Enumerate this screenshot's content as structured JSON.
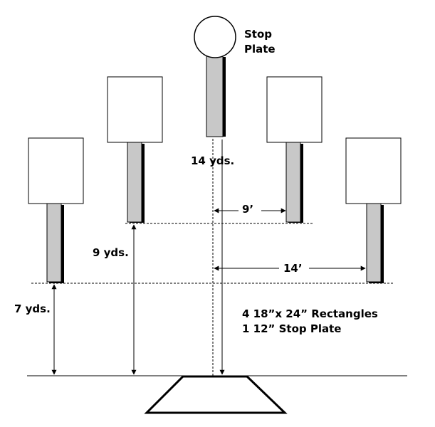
{
  "labels": {
    "stop_plate_line1": "Stop",
    "stop_plate_line2": "Plate",
    "dist_14yds": "14 yds.",
    "dist_9yds": "9 yds.",
    "dist_7yds": "7 yds.",
    "lateral_9ft": "9’",
    "lateral_14ft": "14’",
    "note_rectangles": "4 18”x 24” Rectangles",
    "note_stop_plate": "1 12” Stop Plate"
  },
  "colors": {
    "target_fill": "#ffffff",
    "post_fill": "#c8c8c8",
    "shadow": "#000000",
    "line": "#000000"
  }
}
